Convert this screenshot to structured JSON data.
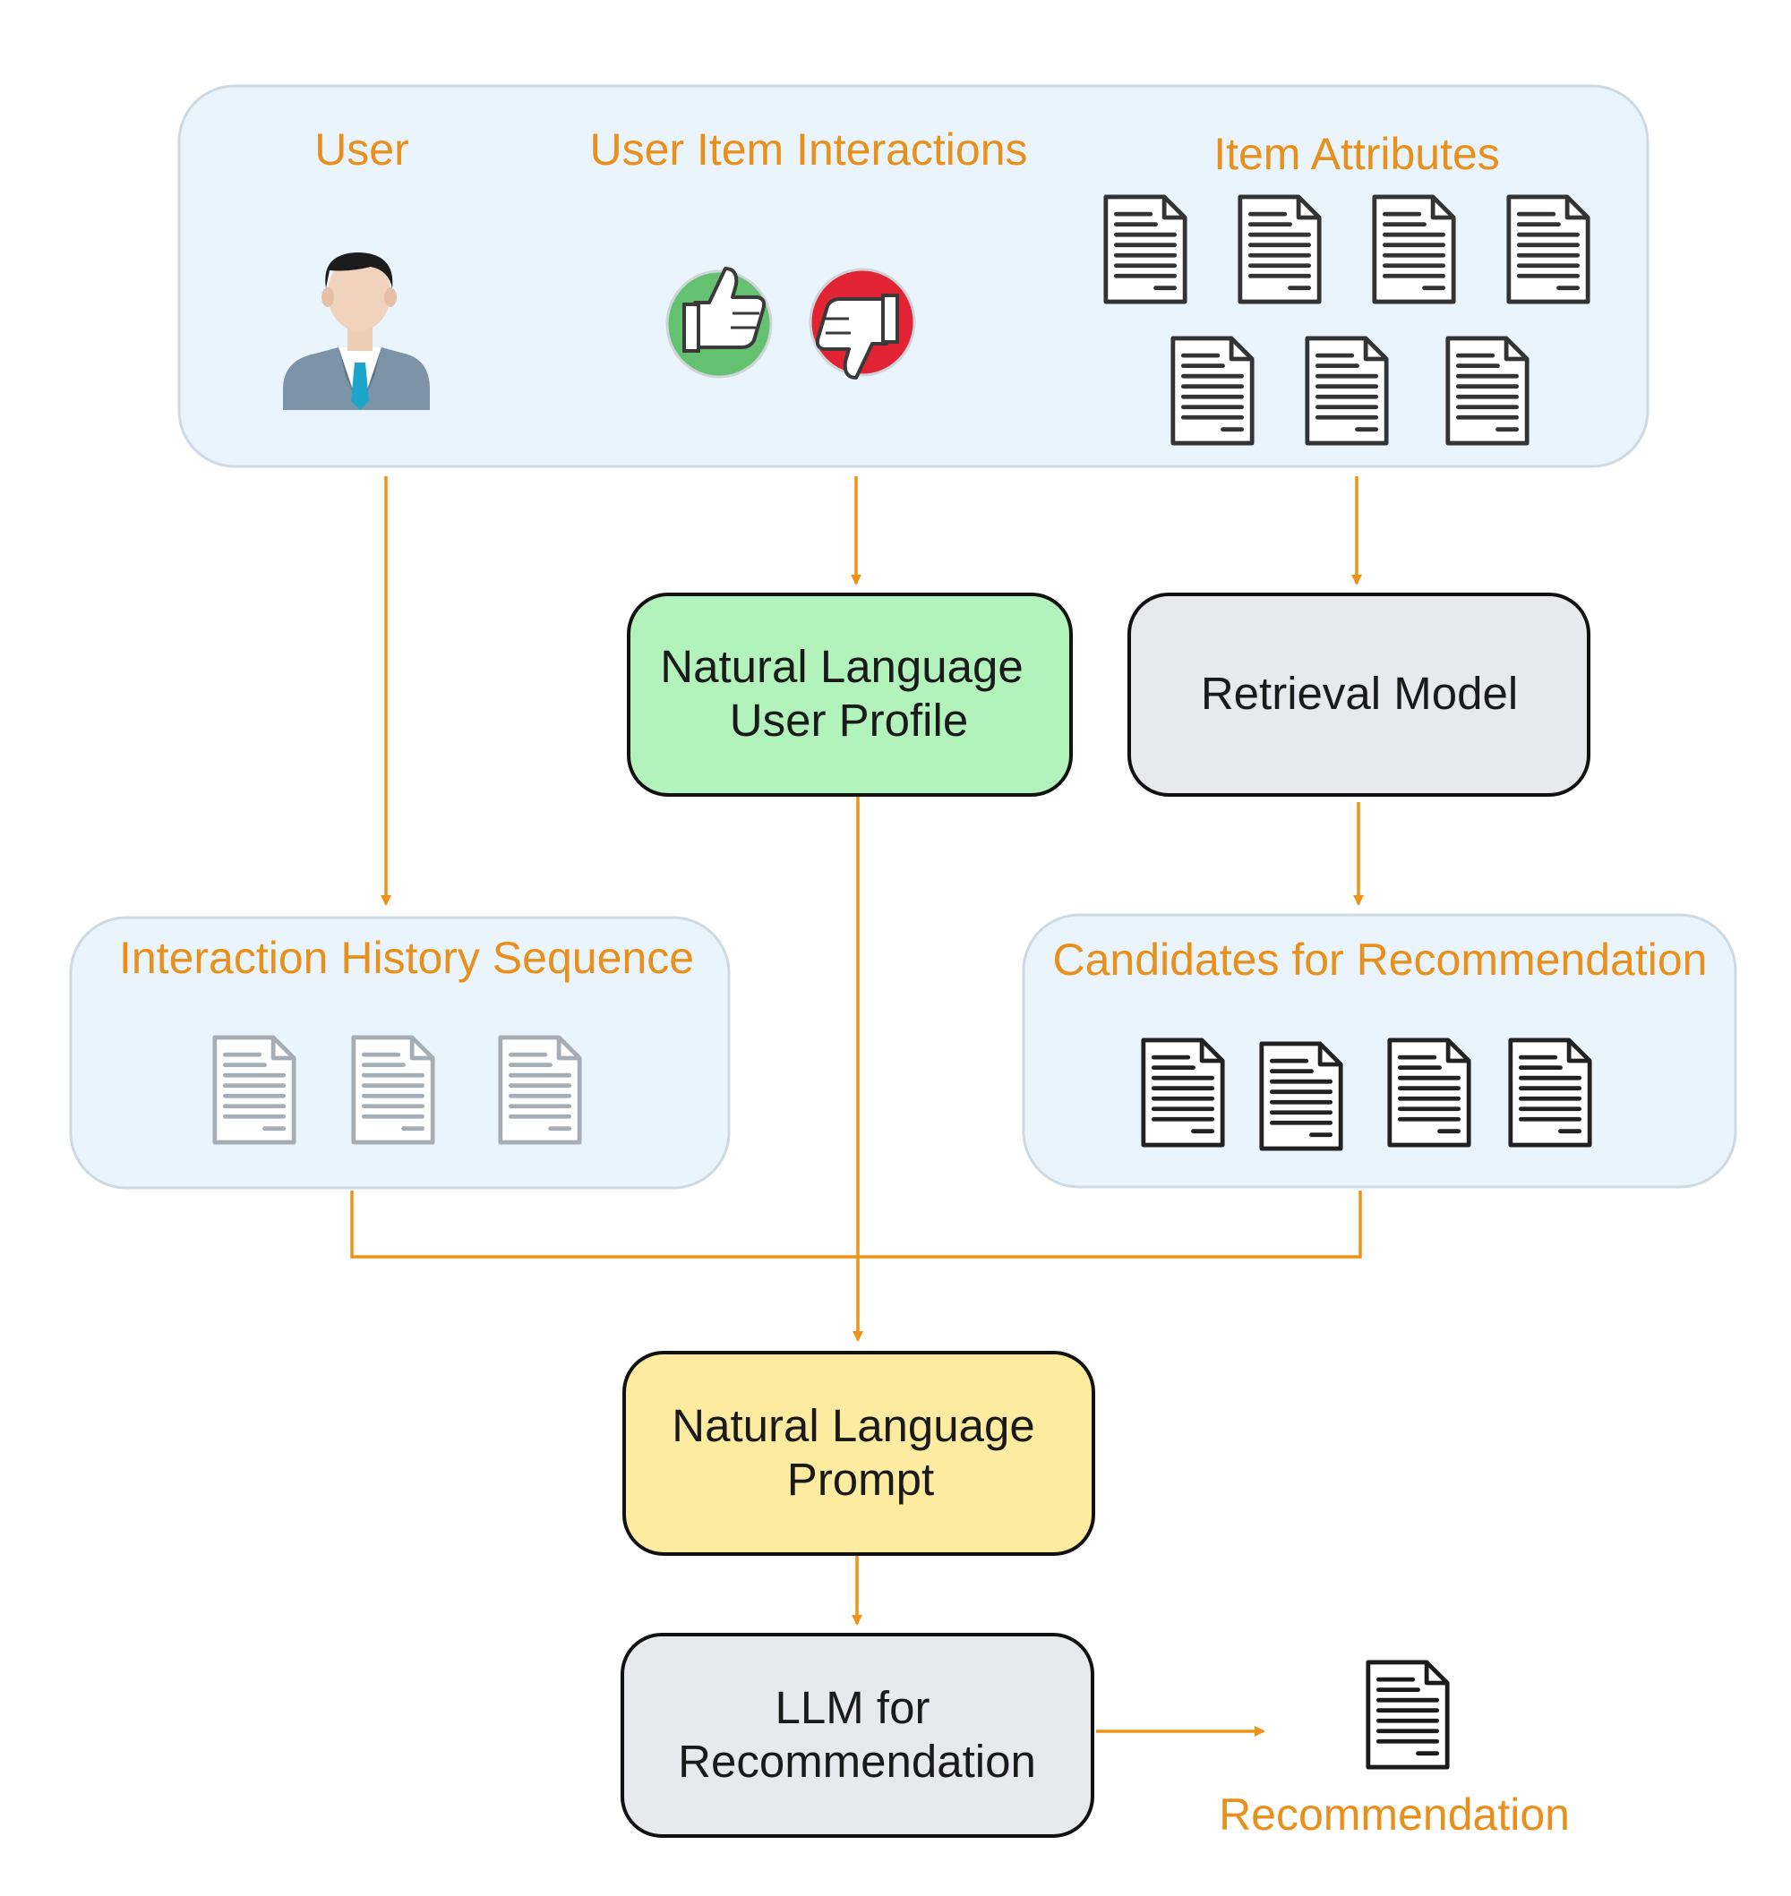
{
  "groups": {
    "input": {
      "user_label": "User",
      "interactions_label": "User Item Interactions",
      "attributes_label": "Item Attributes"
    },
    "history": {
      "label": "Interaction History Sequence"
    },
    "candidates": {
      "label": "Candidates for Recommendation"
    }
  },
  "nodes": {
    "user_profile": {
      "line1": "Natural Language",
      "line2": "User Profile"
    },
    "retrieval": {
      "line1": "Retrieval Model"
    },
    "prompt": {
      "line1": "Natural Language",
      "line2": "Prompt"
    },
    "llm": {
      "line1": "LLM for",
      "line2": "Recommendation"
    }
  },
  "output": {
    "label": "Recommendation"
  },
  "icons": {
    "user": "user-avatar-icon",
    "like": "thumbs-up-icon",
    "dislike": "thumbs-down-icon",
    "document": "document-icon"
  },
  "colors": {
    "accent": "#ef9318",
    "group_fill": "#eaf4fd",
    "group_stroke": "#cfd9e3",
    "profile_fill": "#b2f2bb",
    "prompt_fill": "#fdeba0",
    "model_fill": "#e8e9ed",
    "like": "#5cbf66",
    "dislike": "#e12334"
  }
}
